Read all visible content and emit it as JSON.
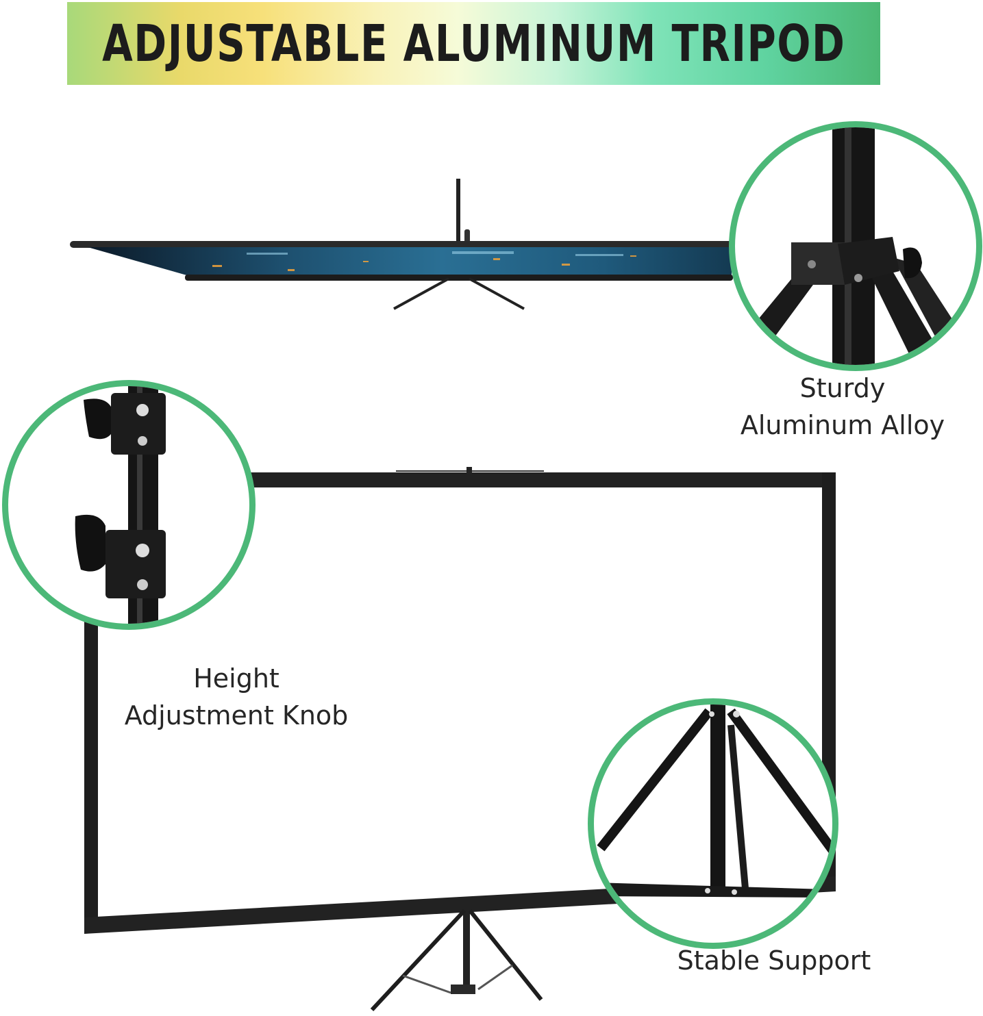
{
  "banner": {
    "title": "ADJUSTABLE ALUMINUM TRIPOD",
    "gradient_colors": [
      "#a8d97a",
      "#f7e07a",
      "#f6fbd8",
      "#7fe3b8",
      "#4cb874"
    ]
  },
  "images": {
    "side_view": "projector-screen-side-view",
    "front_view": "projector-screen-front-view-on-tripod"
  },
  "callouts": [
    {
      "id": "alloy",
      "label_line1": "Sturdy",
      "label_line2": "Aluminum Alloy",
      "icon": "tripod-joint-closeup"
    },
    {
      "id": "knob",
      "label_line1": "Height",
      "label_line2": "Adjustment Knob",
      "icon": "adjustment-knob-closeup"
    },
    {
      "id": "support",
      "label_line1": "Stable Support",
      "label_line2": "",
      "icon": "tripod-legs-closeup"
    }
  ],
  "colors": {
    "accent_ring": "#4cb878",
    "frame": "#1e1e1e",
    "text": "#262626"
  }
}
